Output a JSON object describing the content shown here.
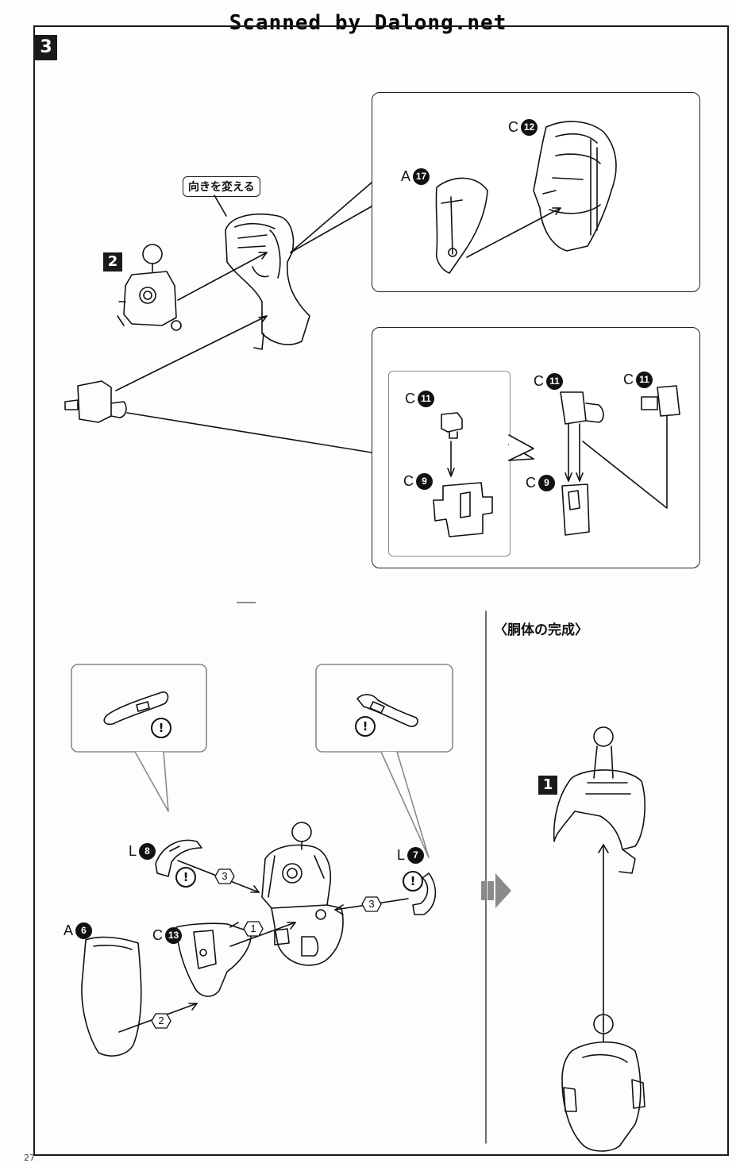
{
  "watermark": "Scanned by Dalong.net",
  "step": {
    "number": "3"
  },
  "callouts": {
    "direction_change": "向きを変える"
  },
  "labels": {
    "sub2": "2",
    "sub1": "1",
    "A17": {
      "letter": "A",
      "num": "17"
    },
    "C12": {
      "letter": "C",
      "num": "12"
    },
    "C11a": {
      "letter": "C",
      "num": "11"
    },
    "C11b": {
      "letter": "C",
      "num": "11"
    },
    "C11c": {
      "letter": "C",
      "num": "11"
    },
    "C9a": {
      "letter": "C",
      "num": "9"
    },
    "C9b": {
      "letter": "C",
      "num": "9"
    },
    "L8": {
      "letter": "L",
      "num": "8"
    },
    "L7": {
      "letter": "L",
      "num": "7"
    },
    "A6": {
      "letter": "A",
      "num": "6"
    },
    "C13": {
      "letter": "C",
      "num": "13"
    }
  },
  "warning_mark": "!",
  "order_marks": {
    "o1": "1",
    "o2": "2",
    "o3a": "3",
    "o3b": "3"
  },
  "completion_title": "〈胴体の完成〉",
  "page_number": "27"
}
